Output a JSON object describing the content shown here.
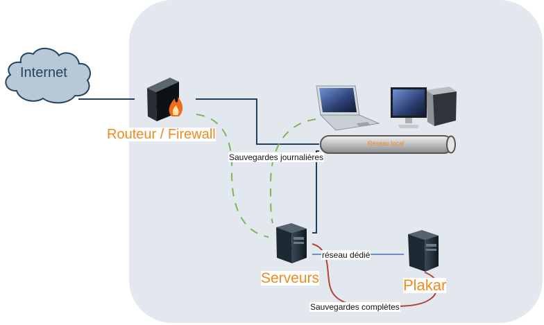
{
  "diagram": {
    "nodes": {
      "internet": {
        "label": "Internet",
        "icon": "cloud-icon"
      },
      "firewall": {
        "label": "Routeur / Firewall",
        "icon": "firewall-icon"
      },
      "lan": {
        "label": "Réseau local",
        "icon": "network-bus-icon"
      },
      "laptop": {
        "icon": "laptop-icon"
      },
      "desktop": {
        "icon": "desktop-computer-icon"
      },
      "servers": {
        "label": "Serveurs",
        "icon": "server-tower-icon"
      },
      "plakar": {
        "label": "Plakar",
        "icon": "server-tower-icon"
      }
    },
    "edges": {
      "daily_backups": "Sauvegardes journalières",
      "dedicated_network": "réseau dédié",
      "full_backups": "Sauvegardes complètes"
    },
    "colors": {
      "panel": "#e2e8ed",
      "wire": "#1f3f5f",
      "dashed_backup": "#7ab55c",
      "dedicated": "#6e8fc8",
      "full_backup": "#b5413c",
      "label_orange": "#f08a1c",
      "cloud_fill": "#b8c8d6",
      "cloud_stroke": "#23445f"
    }
  }
}
